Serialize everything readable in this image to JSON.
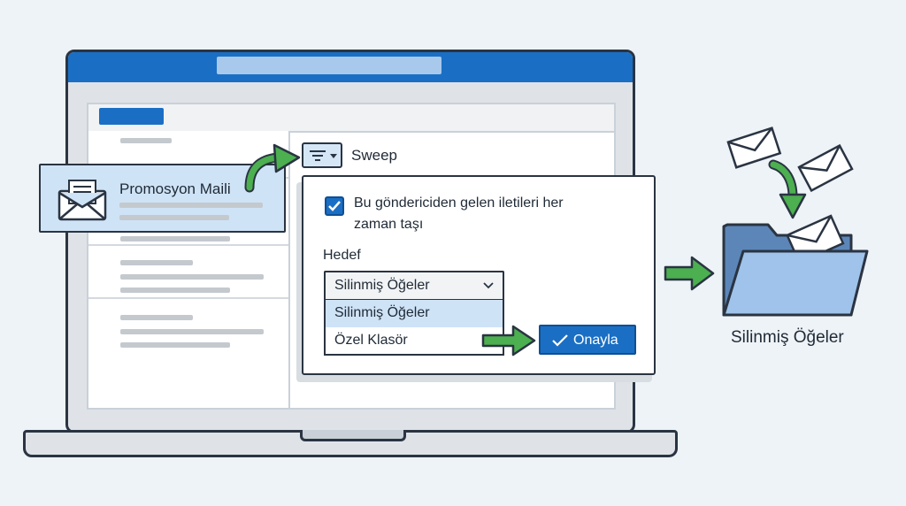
{
  "email_card": {
    "title": "Promosyon Maili"
  },
  "toolbar": {
    "sweep_label": "Sweep"
  },
  "dialog": {
    "checkbox_text": "Bu göndericiden gelen iletileri her zaman taşı",
    "checkbox_checked": true,
    "target_label": "Hedef",
    "select_value": "Silinmiş Öğeler",
    "options": [
      "Silinmiş Öğeler",
      "Özel Klasör"
    ],
    "confirm_label": "Onayla"
  },
  "destination": {
    "folder_label": "Silinmiş Öğeler"
  },
  "colors": {
    "accent": "#1a6fc4",
    "arrow": "#4caf50",
    "selected": "#cfe3f7"
  },
  "icons": [
    "envelope-icon",
    "filter-icon",
    "chevron-down-icon",
    "checkmark-icon",
    "folder-icon",
    "arrow-icon"
  ]
}
